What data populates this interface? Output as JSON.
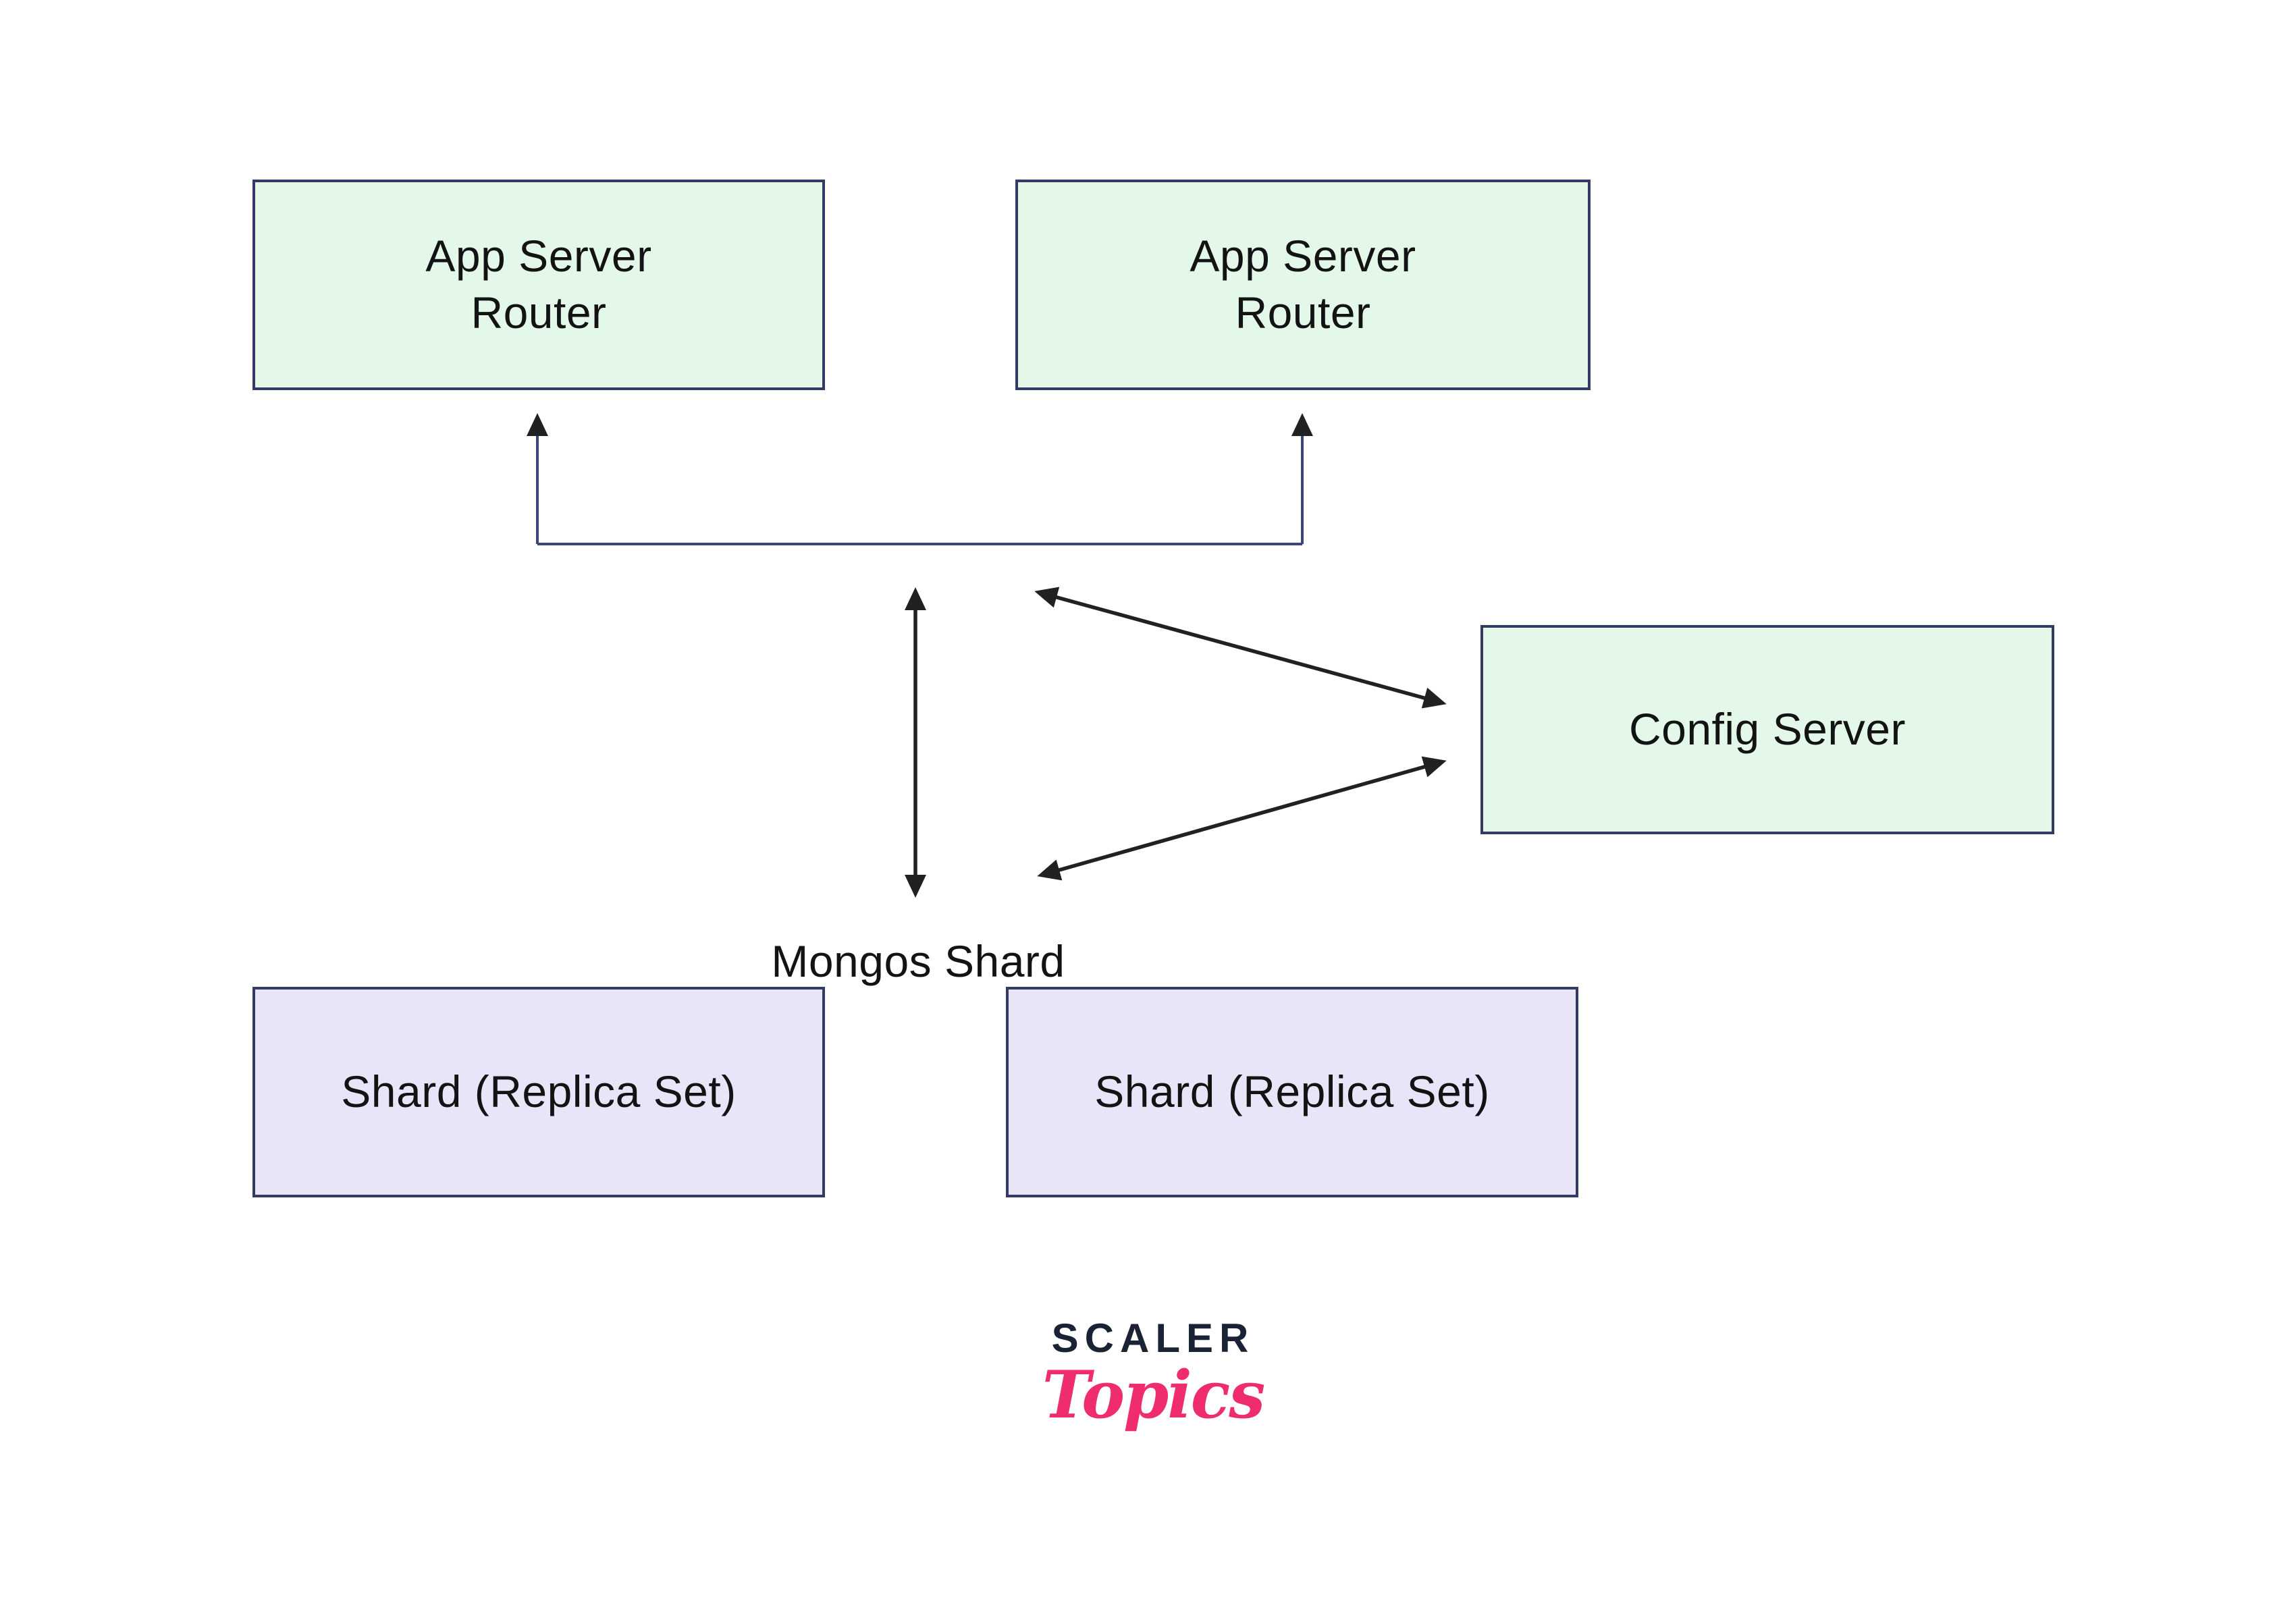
{
  "diagram": {
    "nodes": [
      {
        "id": "app-server-router-1",
        "label": "App Server\nRouter"
      },
      {
        "id": "app-server-router-2",
        "label": "App Server\nRouter"
      },
      {
        "id": "config-server",
        "label": "Config Server"
      },
      {
        "id": "shard-replica-set-1",
        "label": "Shard (Replica Set)"
      },
      {
        "id": "shard-replica-set-2",
        "label": "Shard (Replica Set)"
      }
    ],
    "labels": {
      "mongos": "Mongos Shard"
    },
    "edges": [
      {
        "description": "elbow connector rising into both App Server Router boxes, arrowheads pointing up"
      },
      {
        "description": "vertical double-headed arrow between the router junction and the Mongos Shard label"
      },
      {
        "description": "double-headed diagonal arrow between the Mongos Shard area (upper) and Config Server"
      },
      {
        "description": "double-headed diagonal arrow between the Mongos Shard area (lower) and Config Server"
      }
    ],
    "colors": {
      "background": "#ffffff",
      "router_fill": "#e4f8ea",
      "config_fill": "#e4f8ea",
      "shard_fill": "#e9e4f8",
      "node_border": "#333a64",
      "node_text": "#131313",
      "connector_line": "#3c4578",
      "arrow": "#212121",
      "logo_navy": "#1a2335",
      "logo_pink": "#ef2c6f"
    }
  },
  "logo": {
    "scaler": "SCALER",
    "topics": "Topics"
  }
}
